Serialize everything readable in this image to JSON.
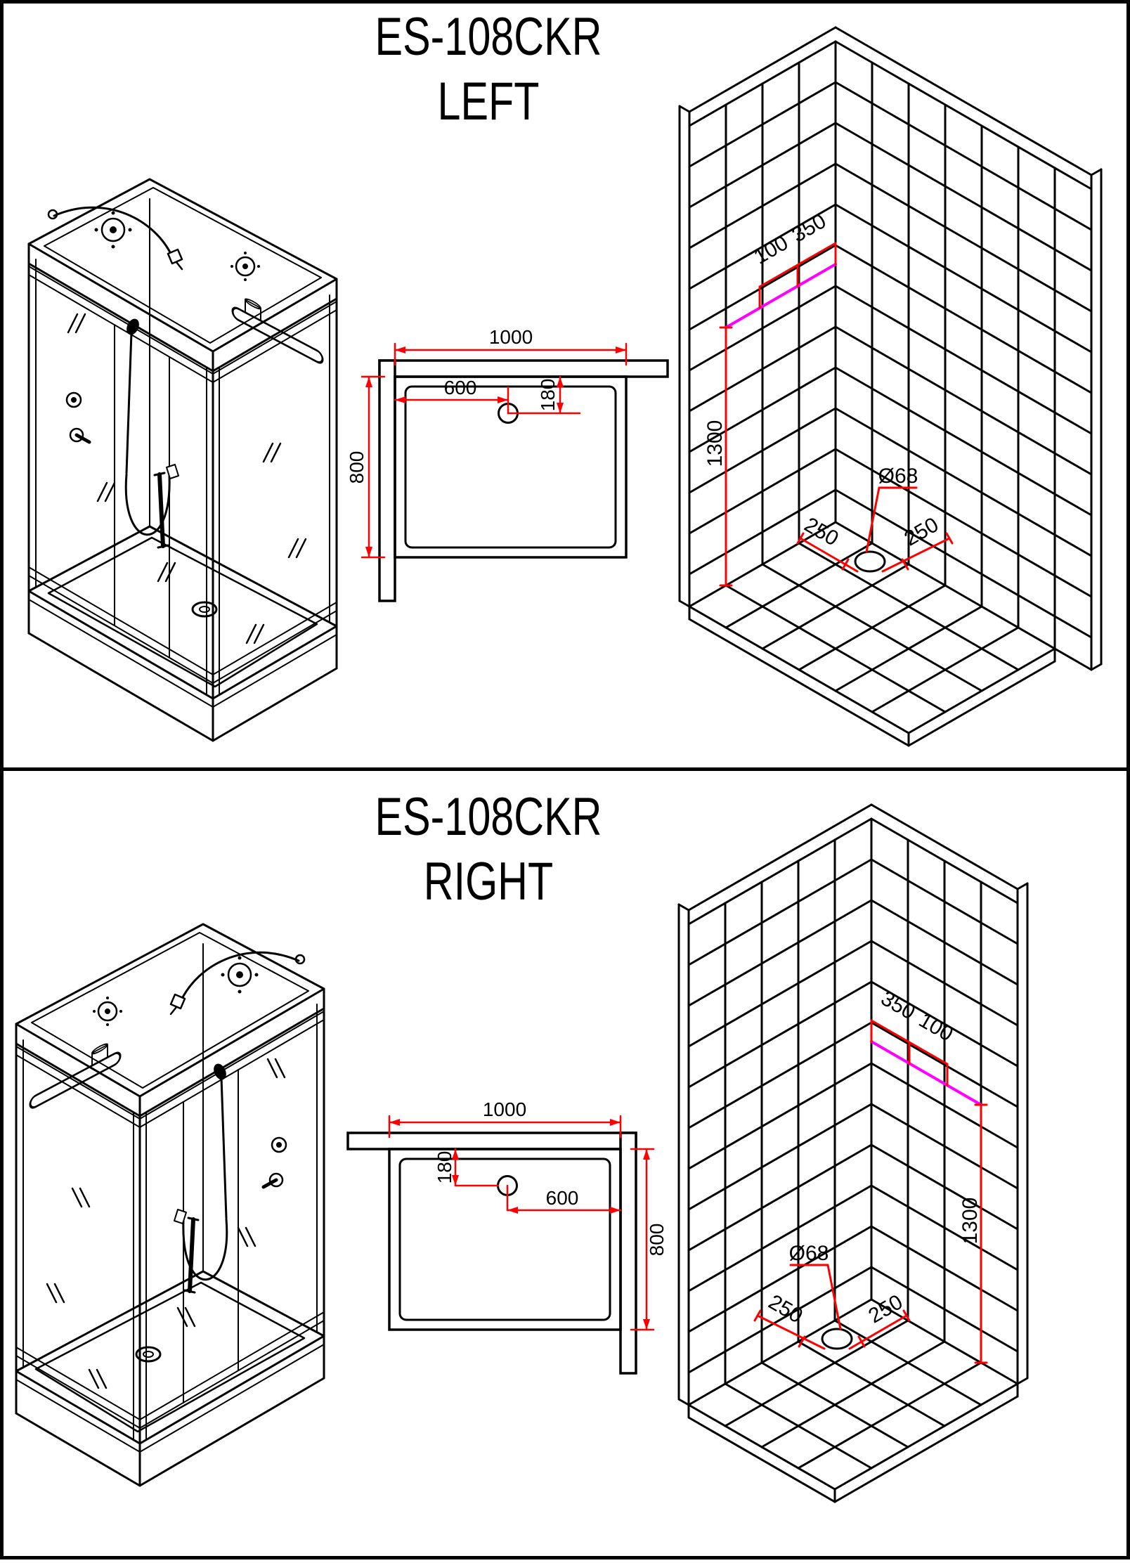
{
  "colors": {
    "outline": "#000000",
    "dimension": "#ff0000",
    "pipe_line": "#ff00ff",
    "background": "#ffffff"
  },
  "panels": [
    {
      "title": "ES-108CKR",
      "orientation": "LEFT",
      "plan": {
        "width_label": "1000",
        "depth_label": "800",
        "drain_x_label": "600",
        "drain_y_label": "180"
      },
      "corner": {
        "pipe_offset_label": "100",
        "pipe_span_label": "350",
        "height_label": "1300",
        "drain_dia_label": "Ø68",
        "floor_left_label": "250",
        "floor_right_label": "250"
      }
    },
    {
      "title": "ES-108CKR",
      "orientation": "RIGHT",
      "plan": {
        "width_label": "1000",
        "depth_label": "800",
        "drain_x_label": "600",
        "drain_y_label": "180"
      },
      "corner": {
        "pipe_offset_label": "100",
        "pipe_span_label": "350",
        "height_label": "1300",
        "drain_dia_label": "Ø68",
        "floor_left_label": "250",
        "floor_right_label": "250"
      }
    }
  ]
}
